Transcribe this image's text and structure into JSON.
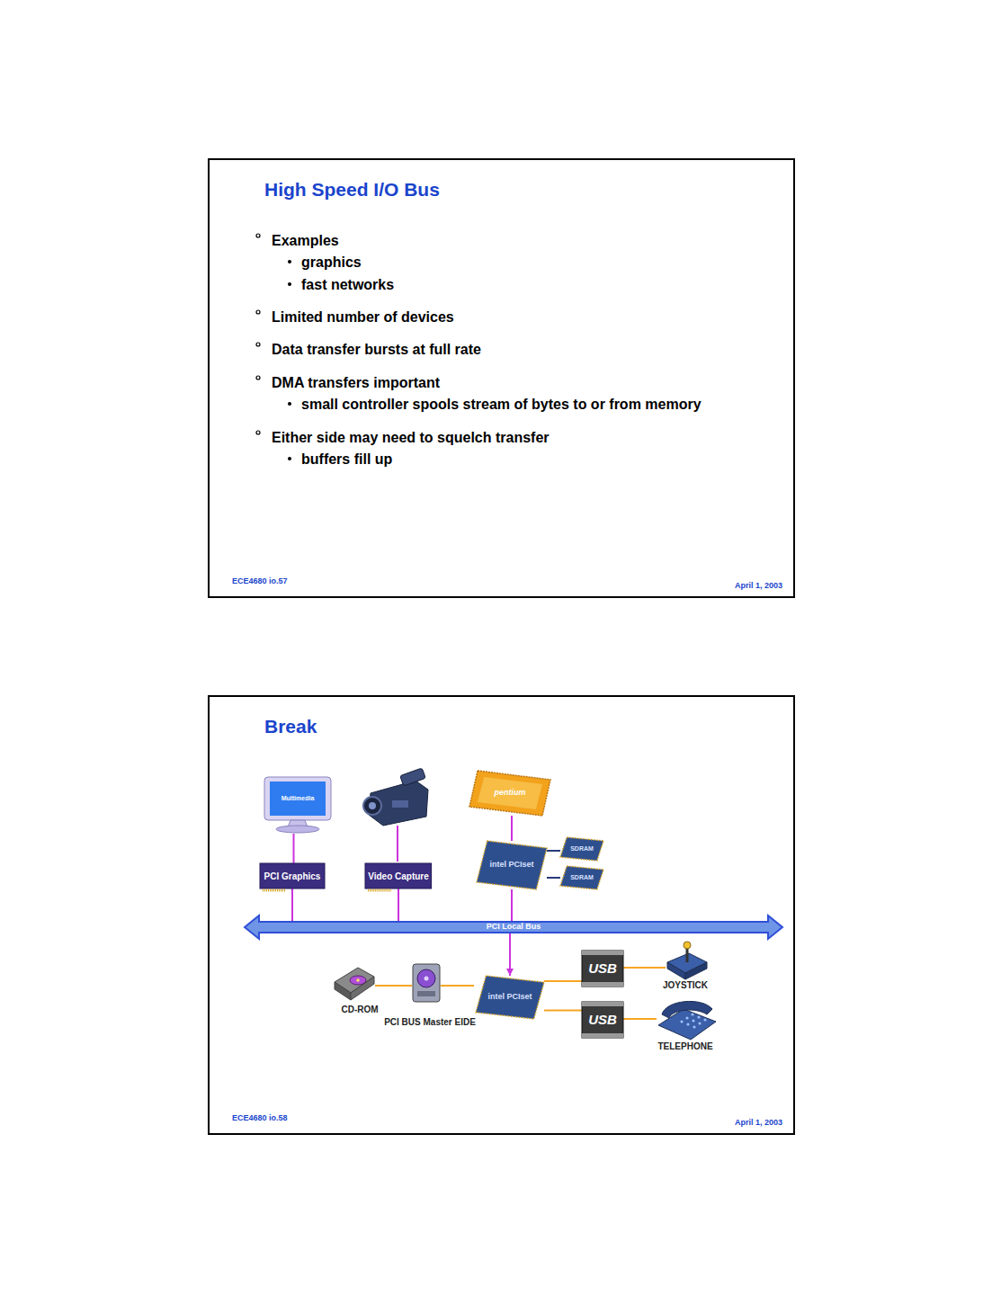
{
  "diagram": {
    "nodes": [
      {
        "text": [
          "High Speed I/O Bus",
          "Examples",
          "graphics",
          "fast networks",
          "Limited number of devices",
          "Data transfer bursts at full rate",
          "DMA transfers important",
          "small controller spools stream of bytes to or from memory",
          "Either side may need to squelch transfer",
          "buffers fill up",
          "ECE4680 io.57",
          "April 1, 2003"
        ]
      },
      {
        "text": [
          "Break",
          "ECE4680 io.58",
          "April 1, 2003"
        ]
      },
      {
        "text": [
          "Multimedia"
        ],
        "in": 1
      },
      {
        "text": [
          "pentium"
        ],
        "in": 1
      },
      {
        "text": [
          "PCI Graphics"
        ],
        "in": 1
      },
      {
        "text": [
          "Video Capture"
        ],
        "in": 1
      },
      {
        "text": [
          "intel PCIset"
        ],
        "in": 1
      },
      {
        "text": [
          "SDRAM"
        ],
        "in": 1
      },
      {
        "text": [
          "SDRAM"
        ],
        "in": 1
      },
      {
        "text": [
          "PCI Local Bus"
        ],
        "in": 1
      },
      {
        "text": [
          "intel PCIset"
        ],
        "in": 1
      },
      {
        "text": [
          "USB"
        ],
        "in": 1
      },
      {
        "text": [
          "USB"
        ],
        "in": 1
      }
    ],
    "edges": [
      {
        "from": 2,
        "to": 4,
        "arrow": "none"
      },
      {
        "from": 3,
        "to": 6,
        "arrow": "none"
      },
      {
        "from": 6,
        "to": 7,
        "arrow": "none"
      },
      {
        "from": 6,
        "to": 8,
        "arrow": "none"
      },
      {
        "from": 4,
        "to": 9,
        "arrow": "none"
      },
      {
        "from": 5,
        "to": 9,
        "arrow": "none"
      },
      {
        "from": 6,
        "to": 9,
        "arrow": "none"
      },
      {
        "from": 9,
        "to": 10,
        "arrow": "to"
      },
      {
        "from": 10,
        "to": 11,
        "arrow": "none"
      },
      {
        "from": 10,
        "to": 12,
        "arrow": "none"
      }
    ],
    "labels": [
      "CD-ROM",
      "PCI BUS Master EIDE",
      "JOYSTICK",
      "TELEPHONE"
    ]
  }
}
